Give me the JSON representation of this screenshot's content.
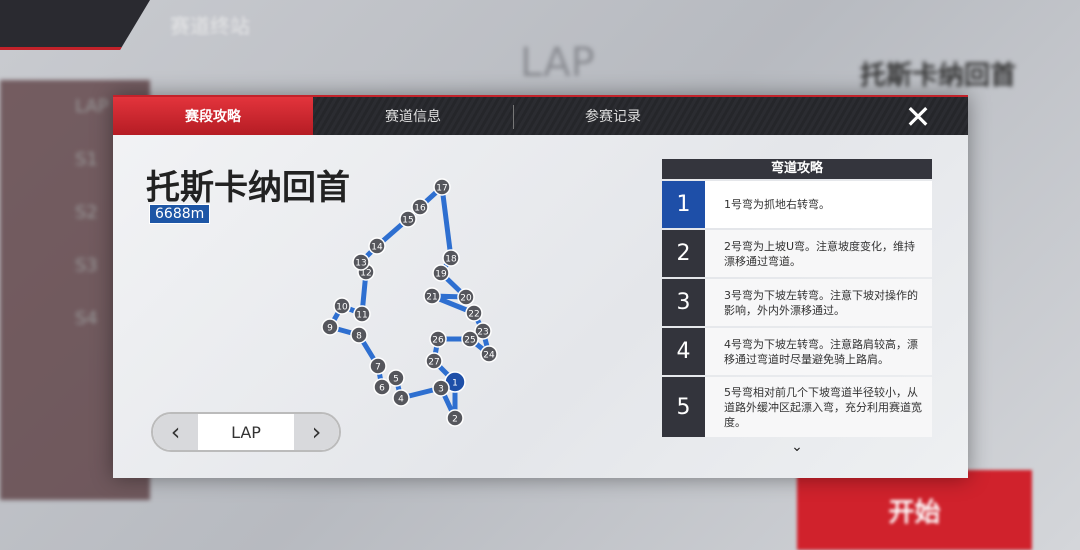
{
  "background": {
    "title": "赛道终站",
    "lap": "LAP",
    "track_name": "托斯卡纳回首",
    "side": [
      "LAP",
      "S1",
      "S2",
      "S3",
      "S4"
    ],
    "start_label": "开始"
  },
  "tabs": [
    {
      "label": "赛段攻略",
      "active": true
    },
    {
      "label": "赛道信息"
    },
    {
      "label": "参赛记录"
    }
  ],
  "close_icon": "close-icon",
  "track": {
    "name": "托斯卡纳回首",
    "length": "6688m",
    "current_corner": 1,
    "corners": [
      "1",
      "2",
      "3",
      "4",
      "5",
      "6",
      "7",
      "8",
      "9",
      "10",
      "11",
      "12",
      "13",
      "14",
      "15",
      "16",
      "17",
      "18",
      "19",
      "20",
      "21",
      "22",
      "23",
      "24",
      "25",
      "26",
      "27"
    ]
  },
  "lap_nav": {
    "label": "LAP",
    "prev": "‹",
    "next": "›"
  },
  "guide": {
    "title": "弯道攻略",
    "items": [
      {
        "num": "1",
        "text": "1号弯为抓地右转弯。"
      },
      {
        "num": "2",
        "text": "2号弯为上坡U弯。注意坡度变化，维持漂移通过弯道。"
      },
      {
        "num": "3",
        "text": "3号弯为下坡左转弯。注意下坡对操作的影响，外内外漂移通过。"
      },
      {
        "num": "4",
        "text": "4号弯为下坡左转弯。注意路肩较高，漂移通过弯道时尽量避免骑上路肩。"
      },
      {
        "num": "5",
        "text": "5号弯相对前几个下坡弯道半径较小，从道路外缓冲区起漂入弯，充分利用赛道宽度。"
      }
    ],
    "more": "⌄"
  },
  "colors": {
    "accent": "#c2222a",
    "active_blue": "#1e4fa8",
    "track": "#2e6fd0"
  }
}
